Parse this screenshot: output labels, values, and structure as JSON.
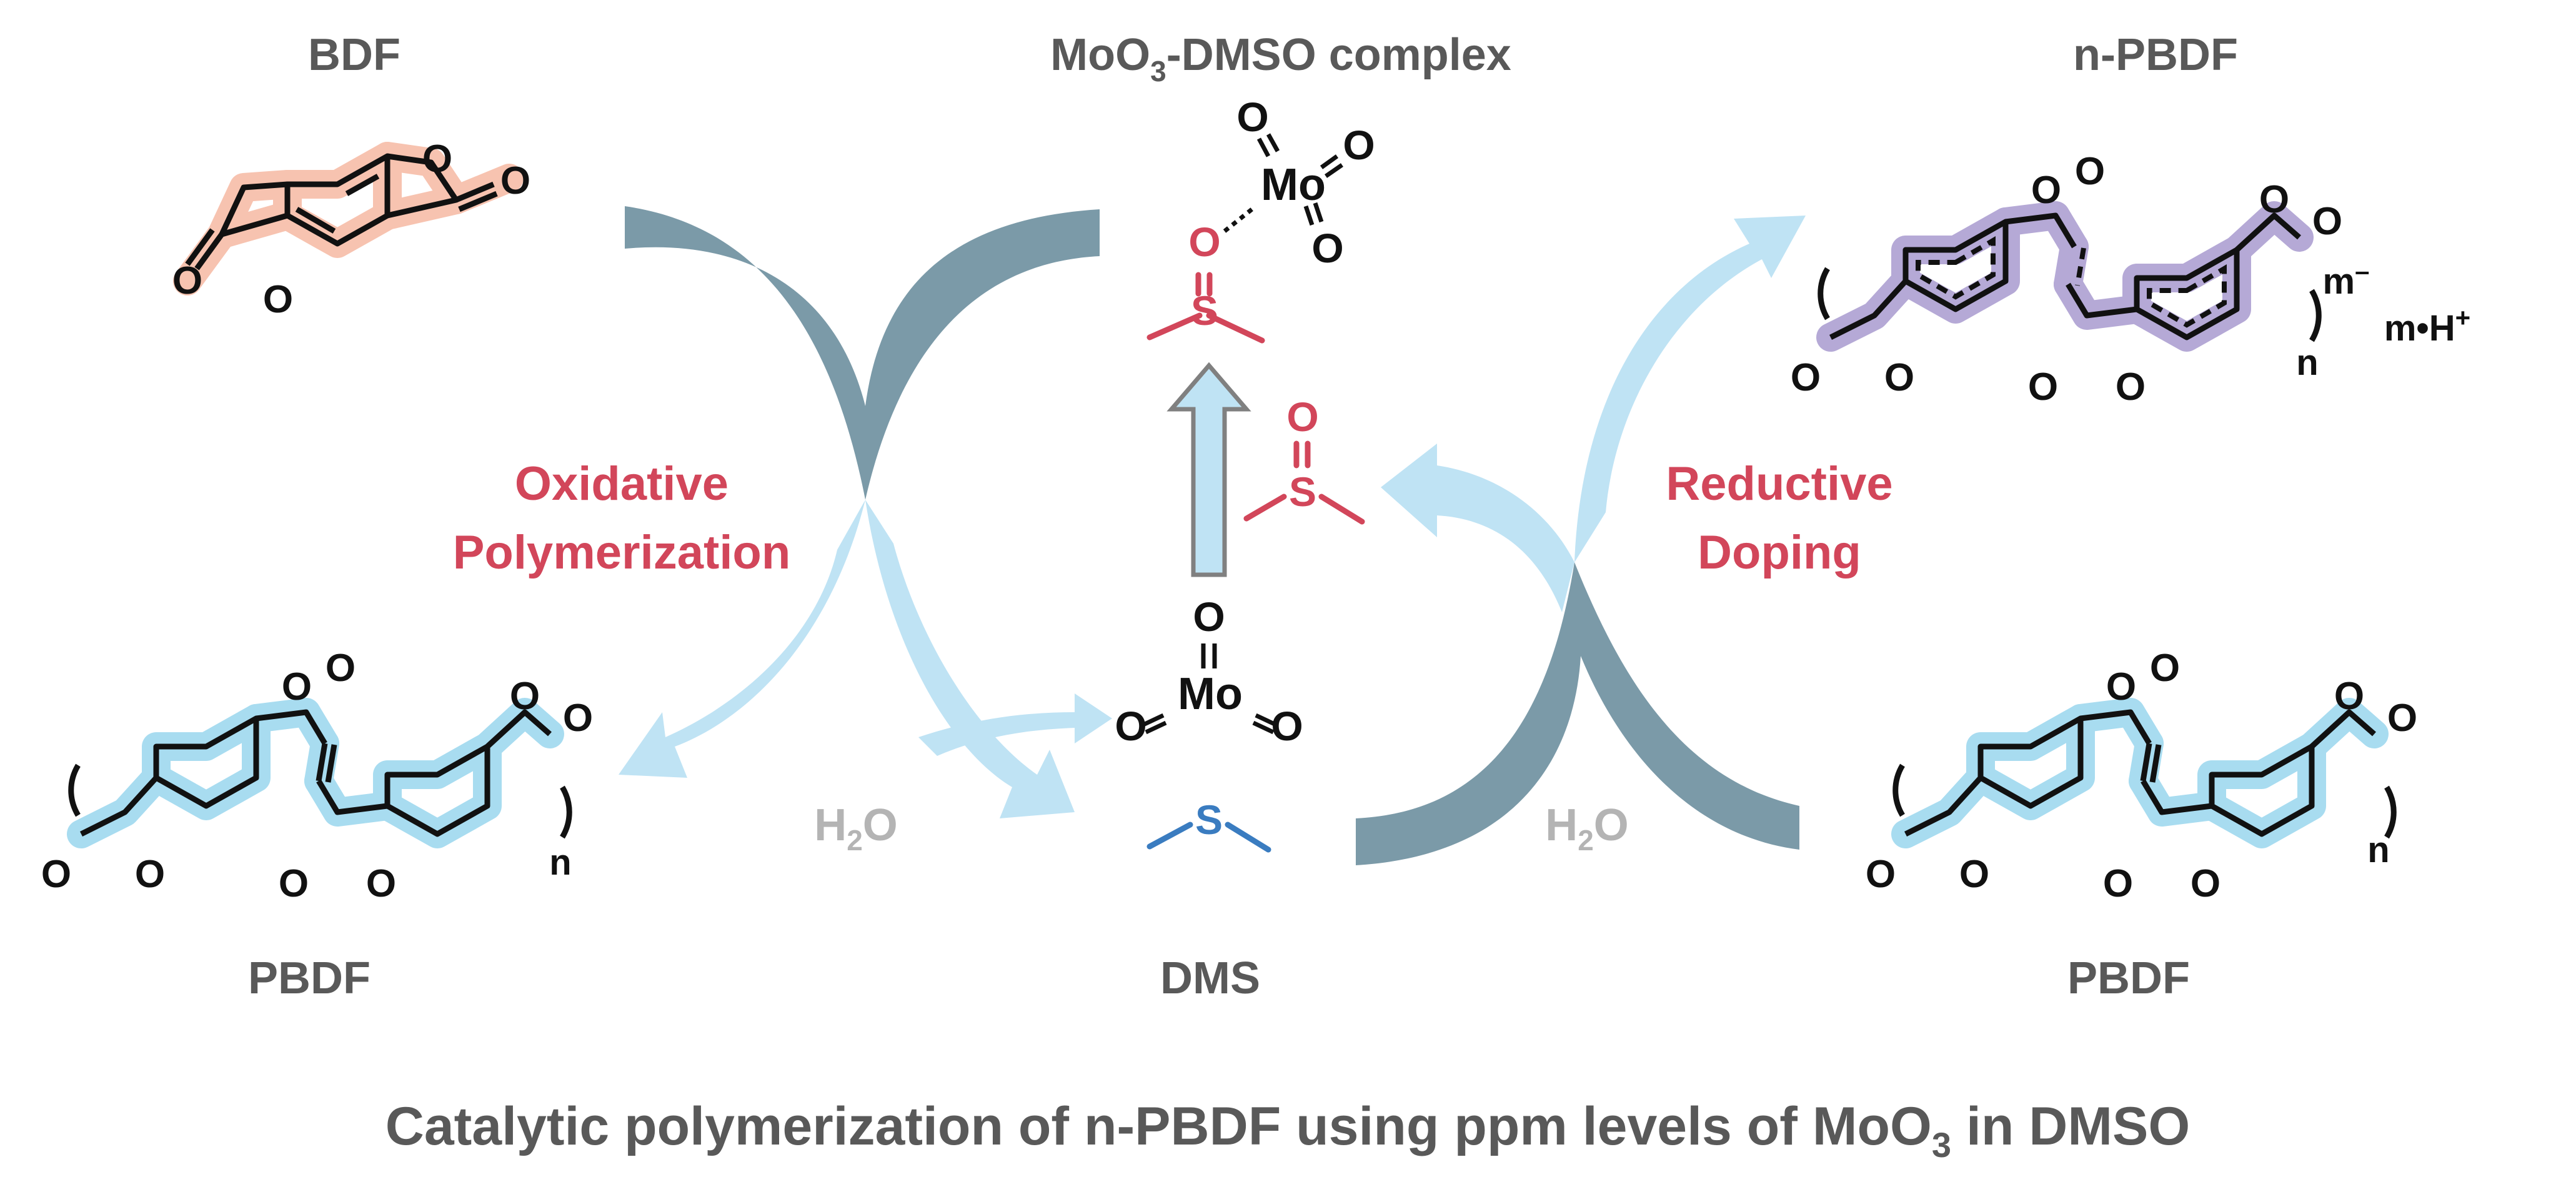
{
  "labels": {
    "bdf": "BDF",
    "complex_main": "MoO",
    "complex_sub": "3",
    "complex_tail": "-DMSO complex",
    "npbdf": "n-PBDF",
    "pbdf_left": "PBDF",
    "dms": "DMS",
    "pbdf_right": "PBDF",
    "oxidative_line1": "Oxidative",
    "oxidative_line2": "Polymerization",
    "reductive_line1": "Reductive",
    "reductive_line2": "Doping",
    "water_left_main": "H",
    "water_left_sub": "2",
    "water_left_tail": "O",
    "water_right_main": "H",
    "water_right_sub": "2",
    "water_right_tail": "O",
    "n_left": "n",
    "n_right": "n",
    "n_top": "n",
    "charge_m": "m",
    "charge_minus": "–",
    "counterion": "m•H",
    "counterion_plus": "+"
  },
  "caption": {
    "pre": "Catalytic polymerization of n-PBDF using ppm levels of MoO",
    "sub": "3",
    "post": " in DMSO"
  },
  "atoms": {
    "O": "O",
    "S": "S",
    "Mo": "Mo"
  },
  "colors": {
    "arrow_dark": "#7b9aa8",
    "arrow_light": "#bfe3f4",
    "text_gray": "#595959",
    "text_red": "#d2465a",
    "water_gray": "#b4b4b4",
    "dms_blue": "#3a7cc0",
    "bdf_highlight": "#f7c3b0",
    "pbdf_highlight": "#a8dcf0",
    "npbdf_highlight": "#b5a9d6"
  }
}
